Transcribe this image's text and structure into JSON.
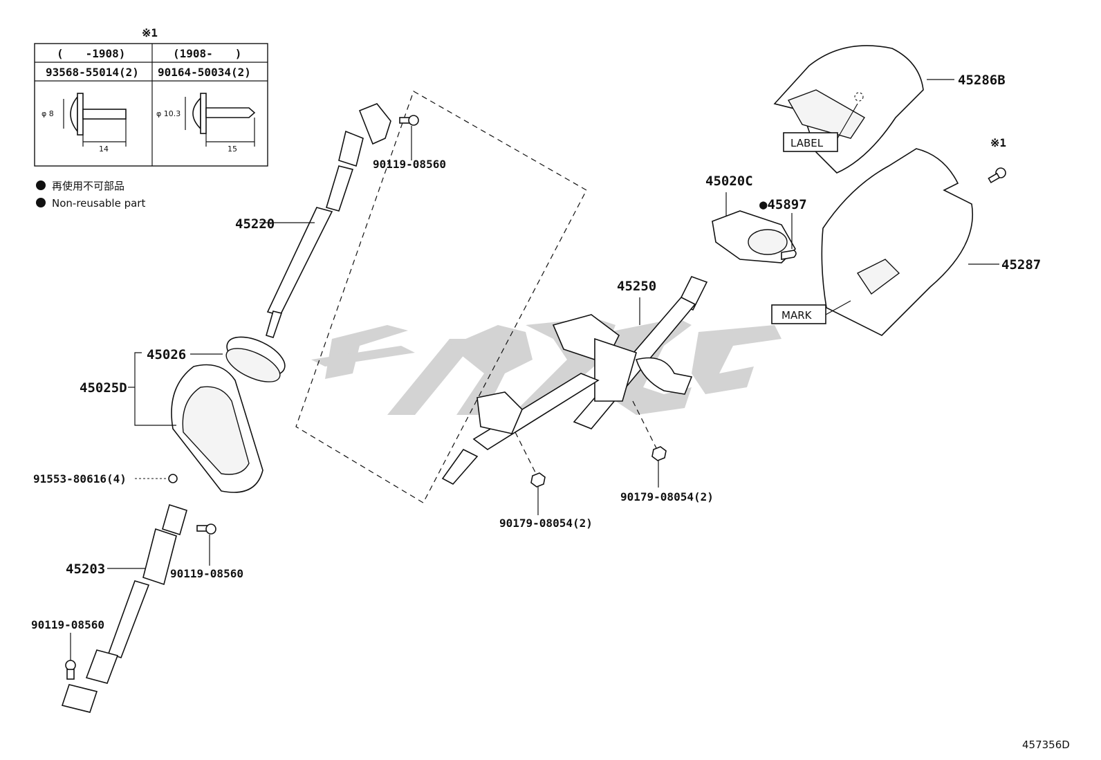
{
  "note_table": {
    "header_mark": "※1",
    "col1_range": "(　　-1908)",
    "col2_range": "(1908-　　)",
    "col1_part": "93568-55014(2)",
    "col2_part": "90164-50034(2)",
    "col1_dia": "φ 8",
    "col1_len": "14",
    "col2_dia": "φ 10.3",
    "col2_len": "15"
  },
  "legend": {
    "jp": "再使用不可部品",
    "en": "Non-reusable part"
  },
  "labels": {
    "p45220": "45220",
    "p90119_top": "90119-08560",
    "p45026": "45026",
    "p45025d": "45025D",
    "p91553": "91553-80616(4)",
    "p45203": "45203",
    "p90119_mid": "90119-08560",
    "p90119_bot": "90119-08560",
    "p45250": "45250",
    "p90179_left": "90179-08054(2)",
    "p90179_right": "90179-08054(2)",
    "p45020c": "45020C",
    "p45897": "●45897",
    "p45286b": "45286B",
    "label_tag": "LABEL",
    "mark_note": "※1",
    "p45287": "45287",
    "mark_tag": "MARK"
  },
  "diagram_code": "457356D",
  "watermark_color": "#d3d3d3"
}
